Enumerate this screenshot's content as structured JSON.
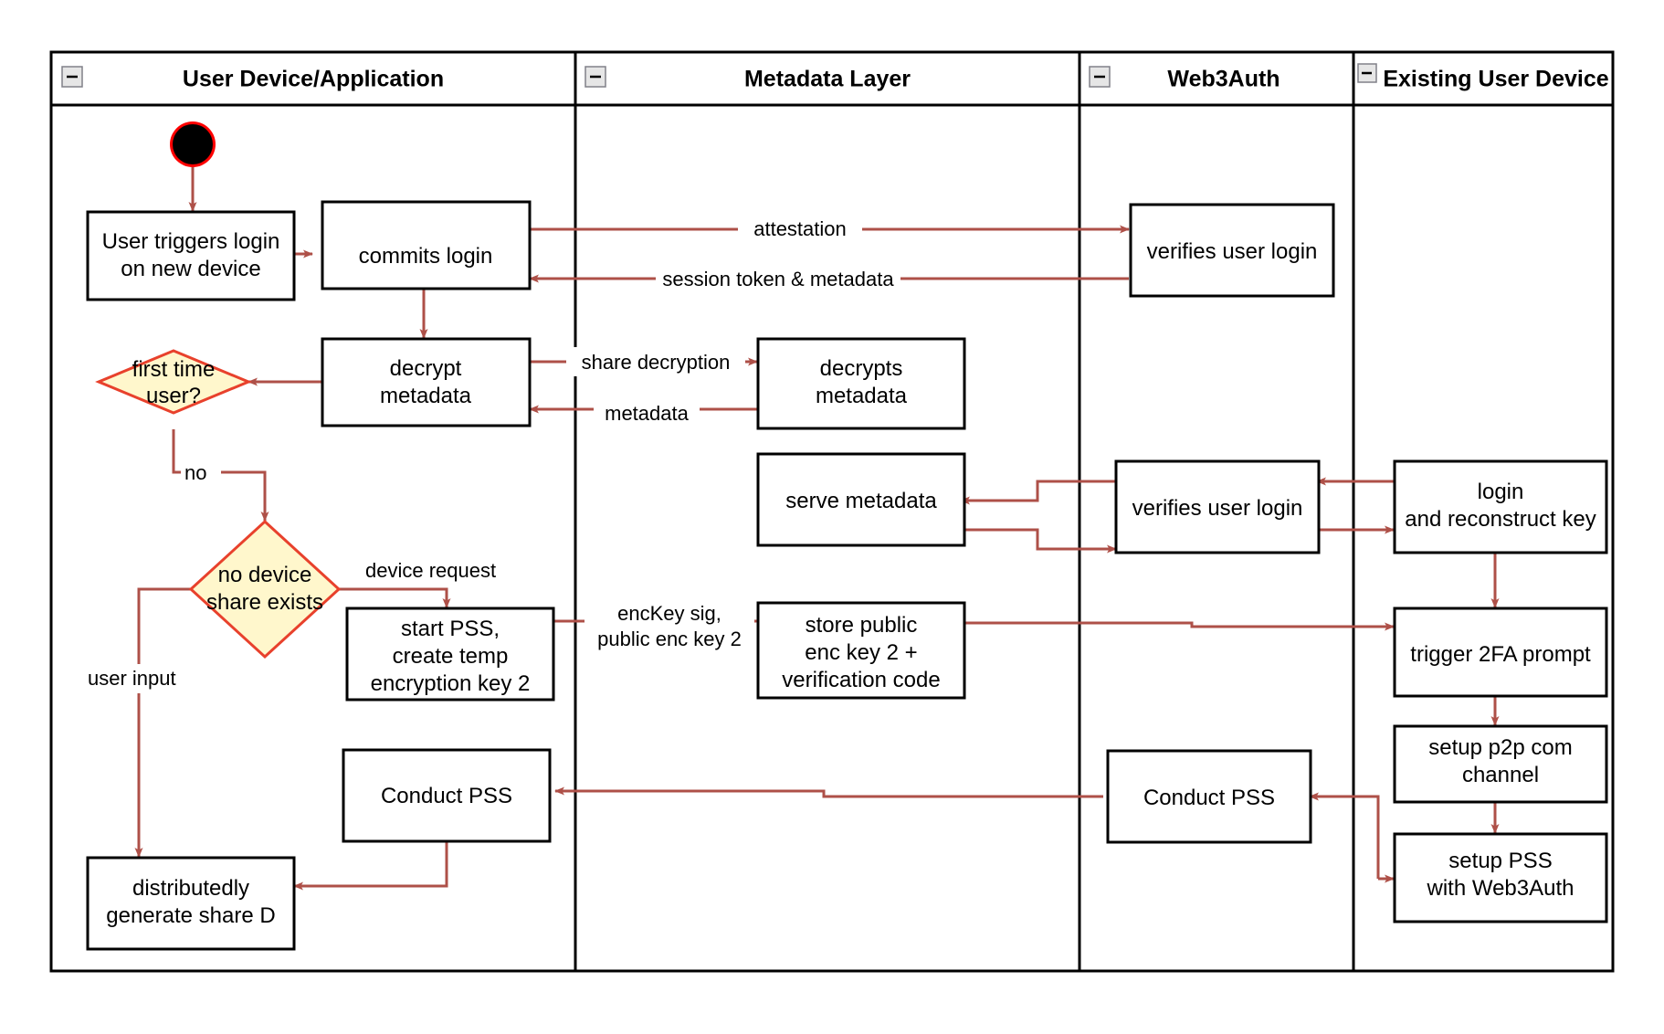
{
  "diagram": {
    "title": "Web3Auth new-device login activity diagram",
    "type": "uml-swimlane-activity",
    "colors": {
      "edge": "#ae5048",
      "decision_fill": "#fff7cc",
      "decision_stroke": "#e8412c",
      "node_stroke": "#000000",
      "node_fill": "#ffffff",
      "start_ring": "#ff0000",
      "start_fill": "#000000"
    }
  },
  "lanes": [
    {
      "id": "lane-user-device",
      "label": "User Device/Application",
      "collapse_icon": "minus-box-icon"
    },
    {
      "id": "lane-metadata",
      "label": "Metadata Layer",
      "collapse_icon": "minus-box-icon"
    },
    {
      "id": "lane-web3auth",
      "label": "Web3Auth",
      "collapse_icon": "minus-box-icon"
    },
    {
      "id": "lane-existing-device",
      "label": "Existing User Device",
      "collapse_icon": "minus-box-icon"
    }
  ],
  "nodes": {
    "start": {
      "kind": "initial-node",
      "label": ""
    },
    "user_triggers_login": {
      "kind": "activity",
      "lane": "lane-user-device",
      "lines": [
        "User triggers login",
        "on new device"
      ]
    },
    "commits_login": {
      "kind": "activity",
      "lane": "lane-user-device",
      "lines": [
        "commits login"
      ]
    },
    "decrypt_metadata": {
      "kind": "activity",
      "lane": "lane-user-device",
      "lines": [
        "decrypt",
        "metadata"
      ]
    },
    "first_time_user": {
      "kind": "decision",
      "lane": "lane-user-device",
      "lines": [
        "first time",
        "user?"
      ]
    },
    "no_device_share_exists": {
      "kind": "decision",
      "lane": "lane-user-device",
      "lines": [
        "no device",
        "share exists"
      ]
    },
    "start_pss": {
      "kind": "activity",
      "lane": "lane-user-device",
      "lines": [
        "start PSS,",
        "create temp",
        "encryption key 2"
      ]
    },
    "conduct_pss_user": {
      "kind": "activity",
      "lane": "lane-user-device",
      "lines": [
        "Conduct PSS"
      ]
    },
    "distributedly_generate_share_d": {
      "kind": "activity",
      "lane": "lane-user-device",
      "lines": [
        "distributedly",
        "generate share D"
      ]
    },
    "decrypts_metadata": {
      "kind": "activity",
      "lane": "lane-metadata",
      "lines": [
        "decrypts",
        "metadata"
      ]
    },
    "serve_metadata": {
      "kind": "activity",
      "lane": "lane-metadata",
      "lines": [
        "serve metadata"
      ]
    },
    "store_public_enc_key": {
      "kind": "activity",
      "lane": "lane-metadata",
      "lines": [
        "store public",
        "enc key 2 +",
        "verification code"
      ]
    },
    "verifies_user_login_1": {
      "kind": "activity",
      "lane": "lane-web3auth",
      "lines": [
        "verifies user login"
      ]
    },
    "verifies_user_login_2": {
      "kind": "activity",
      "lane": "lane-web3auth",
      "lines": [
        "verifies user login"
      ]
    },
    "conduct_pss_web3auth": {
      "kind": "activity",
      "lane": "lane-web3auth",
      "lines": [
        "Conduct PSS"
      ]
    },
    "login_and_reconstruct_key": {
      "kind": "activity",
      "lane": "lane-existing-device",
      "lines": [
        "login",
        "and reconstruct key"
      ]
    },
    "trigger_2fa_prompt": {
      "kind": "activity",
      "lane": "lane-existing-device",
      "lines": [
        "trigger 2FA prompt"
      ]
    },
    "setup_p2p_com_channel": {
      "kind": "activity",
      "lane": "lane-existing-device",
      "lines": [
        "setup p2p com",
        "channel"
      ]
    },
    "setup_pss_with_web3auth": {
      "kind": "activity",
      "lane": "lane-existing-device",
      "lines": [
        "setup PSS",
        "with Web3Auth"
      ]
    }
  },
  "edge_labels": {
    "attestation": "attestation",
    "session_token_metadata": "session token & metadata",
    "share_decryption": "share decryption",
    "metadata": "metadata",
    "no": "no",
    "device_request": "device request",
    "user_input": "user input",
    "enc_key_sig_line1": "encKey sig,",
    "enc_key_sig_line2": "public enc key 2"
  }
}
